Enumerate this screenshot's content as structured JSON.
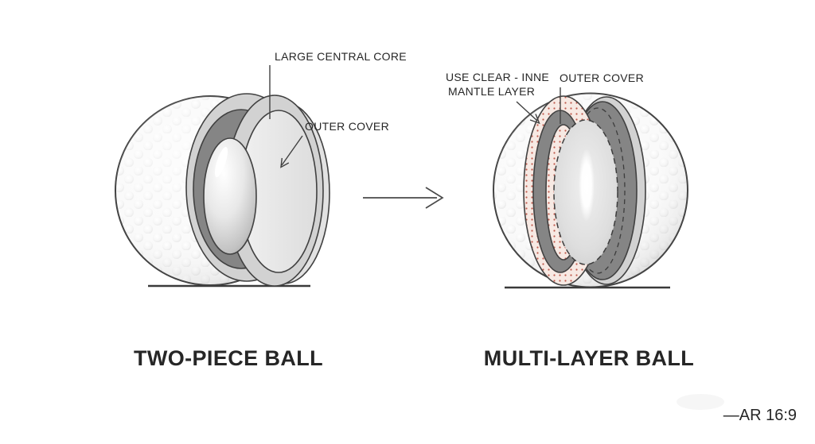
{
  "diagram": {
    "left_panel": {
      "title": "TWO-PIECE BALL",
      "labels": {
        "core": "LARGE CENTRAL CORE",
        "cover": "OUTER COVER"
      }
    },
    "right_panel": {
      "title": "MULTI-LAYER BALL",
      "labels": {
        "mantle_line1": "USE CLEAR - INNE",
        "mantle_line2": "MANTLE LAYER",
        "cover": "OUTER COVER"
      }
    },
    "footer": {
      "aspect_ratio_note": "—AR 16:9"
    }
  },
  "colors": {
    "background": "#ffffff",
    "ink": "#262626",
    "stroke": "#414141",
    "dark-layer": "#858585",
    "mid-gray": "#d2d2d2",
    "sliver": "#e2e2e2",
    "stipple-bg": "#f7e9e3",
    "stipple-dot": "#c05a4c",
    "ground": "#3a3a3a"
  }
}
